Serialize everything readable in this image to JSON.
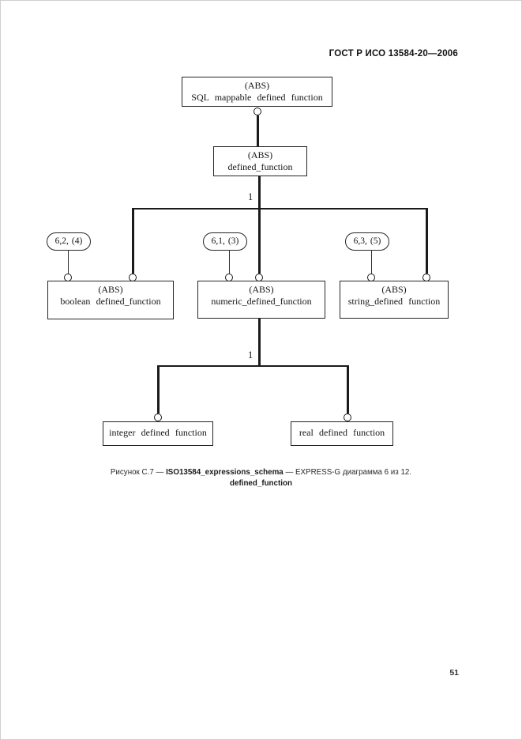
{
  "page": {
    "header": "ГОСТ Р ИСО 13584-20—2006",
    "page_number": "51"
  },
  "caption": {
    "prefix": "Рисунок C.7 — ",
    "schema_name": "ISO13584_expressions_schema",
    "suffix": " — EXPRESS-G диаграмма 6 из 12.",
    "line2": "defined_function"
  },
  "diagram": {
    "nodes": {
      "sql_mappable": {
        "line1": "(ABS)",
        "line2": "SQL mappable defined function"
      },
      "defined_function": {
        "line1": "(ABS)",
        "line2": "defined_function"
      },
      "boolean": {
        "line1": "(ABS)",
        "line2": "boolean defined_function"
      },
      "numeric": {
        "line1": "(ABS)",
        "line2": "numeric_defined_function"
      },
      "string": {
        "line1": "(ABS)",
        "line2": "string_defined function"
      },
      "integer": {
        "label": "integer defined function"
      },
      "real": {
        "label": "real defined function"
      }
    },
    "page_refs": {
      "boolean": "6,2, (4)",
      "numeric": "6,1, (3)",
      "string": "6,3, (5)"
    },
    "cardinality": {
      "upper": "1",
      "lower": "1"
    }
  }
}
